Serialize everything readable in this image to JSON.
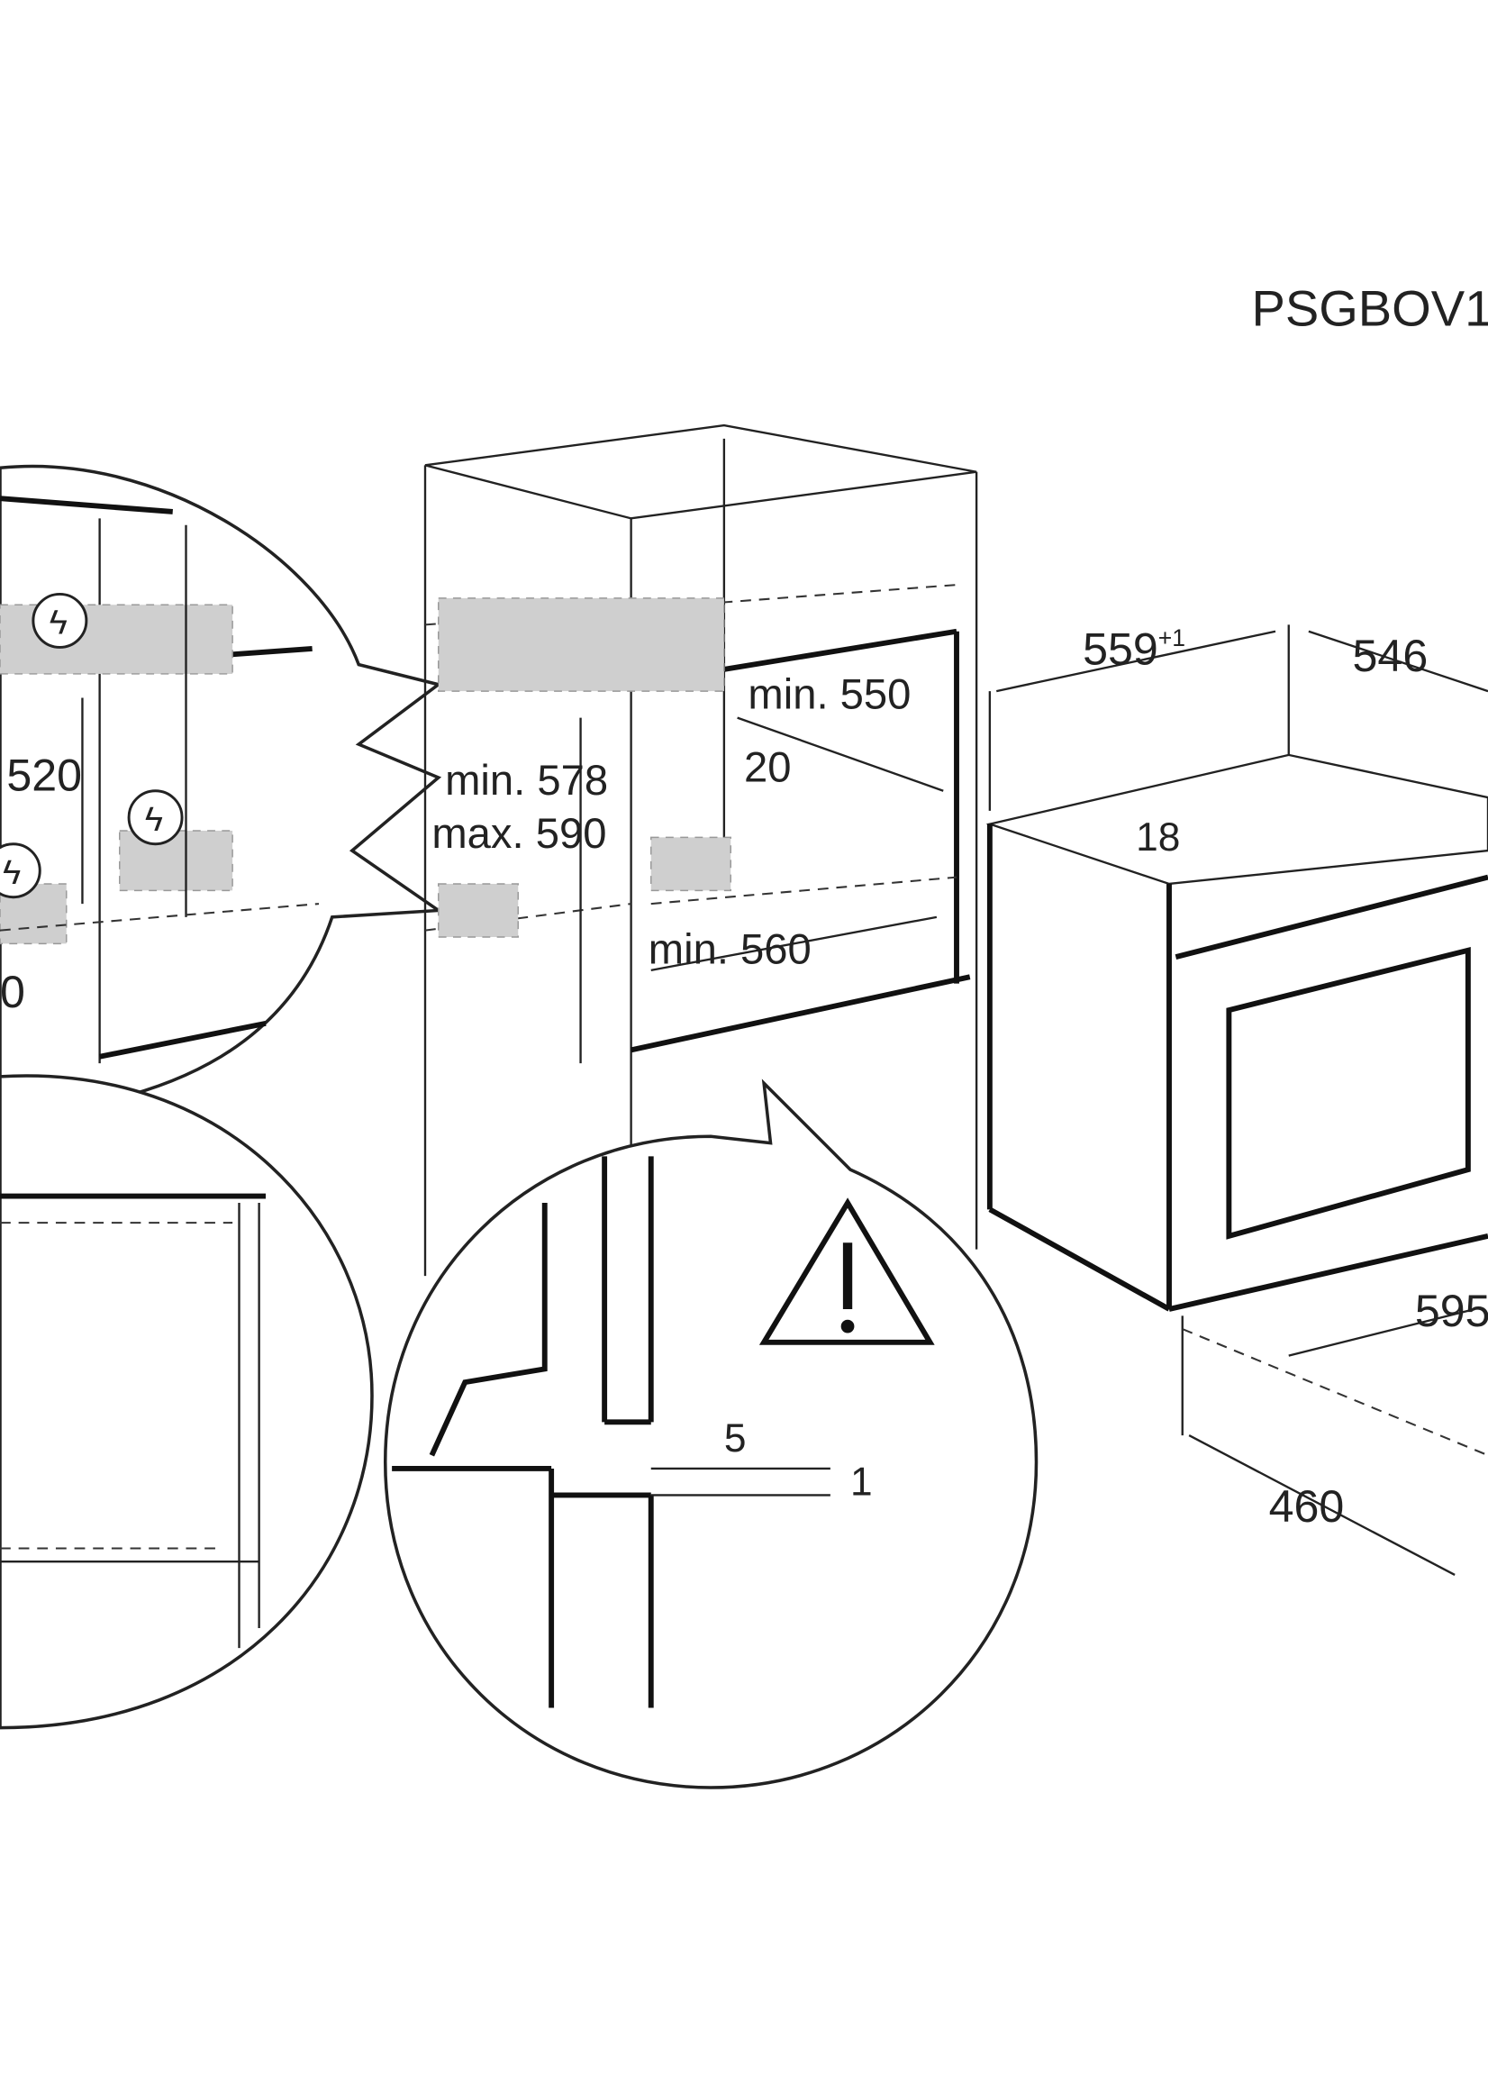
{
  "model_code": "PSGBOV1",
  "dimensions": {
    "left_detail_height": "520",
    "left_detail_gap": "0",
    "niche_height_min": "min. 578",
    "niche_height_max": "max. 590",
    "niche_depth_min": "min. 550",
    "back_gap": "20",
    "niche_width_min": "min. 560",
    "oven_width_main": "559",
    "oven_width_tolerance": "+1",
    "oven_depth": "546",
    "top_offset": "18",
    "front_width": "595",
    "bottom_depth": "460",
    "detail_gap_5": "5",
    "detail_gap_1": "1"
  }
}
